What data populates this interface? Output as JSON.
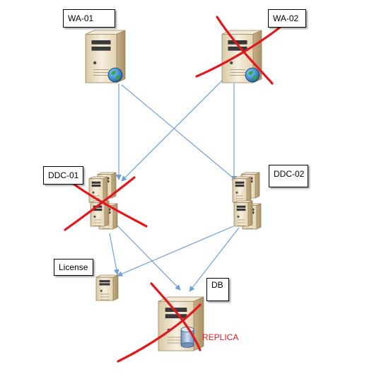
{
  "diagram": {
    "nodes": {
      "wa01": {
        "label": "WA-01",
        "icon": "web-server-icon",
        "failed": false
      },
      "wa02": {
        "label": "WA-02",
        "icon": "web-server-icon",
        "failed": true
      },
      "ddc01": {
        "label": "DDC-01",
        "icon": "server-cluster-icon",
        "failed": true
      },
      "ddc02": {
        "label": "DDC-02",
        "icon": "server-cluster-icon",
        "failed": false
      },
      "license": {
        "label": "License",
        "icon": "small-server-icon",
        "failed": false
      },
      "db": {
        "label": "DB",
        "icon": "database-server-icon",
        "failed": true,
        "annotation": "REPLICA"
      }
    },
    "edges": [
      [
        "wa01",
        "ddc01"
      ],
      [
        "wa01",
        "ddc02"
      ],
      [
        "wa02",
        "ddc01"
      ],
      [
        "wa02",
        "ddc02"
      ],
      [
        "ddc01",
        "license"
      ],
      [
        "ddc01",
        "db"
      ],
      [
        "ddc02",
        "license"
      ],
      [
        "ddc02",
        "db"
      ]
    ]
  },
  "colors": {
    "arrow": "#6f9fd8",
    "failure_mark": "#e0191f",
    "replica_text": "#e0191f",
    "server_body": "#e9dcc0",
    "server_shade": "#c9b48e"
  }
}
